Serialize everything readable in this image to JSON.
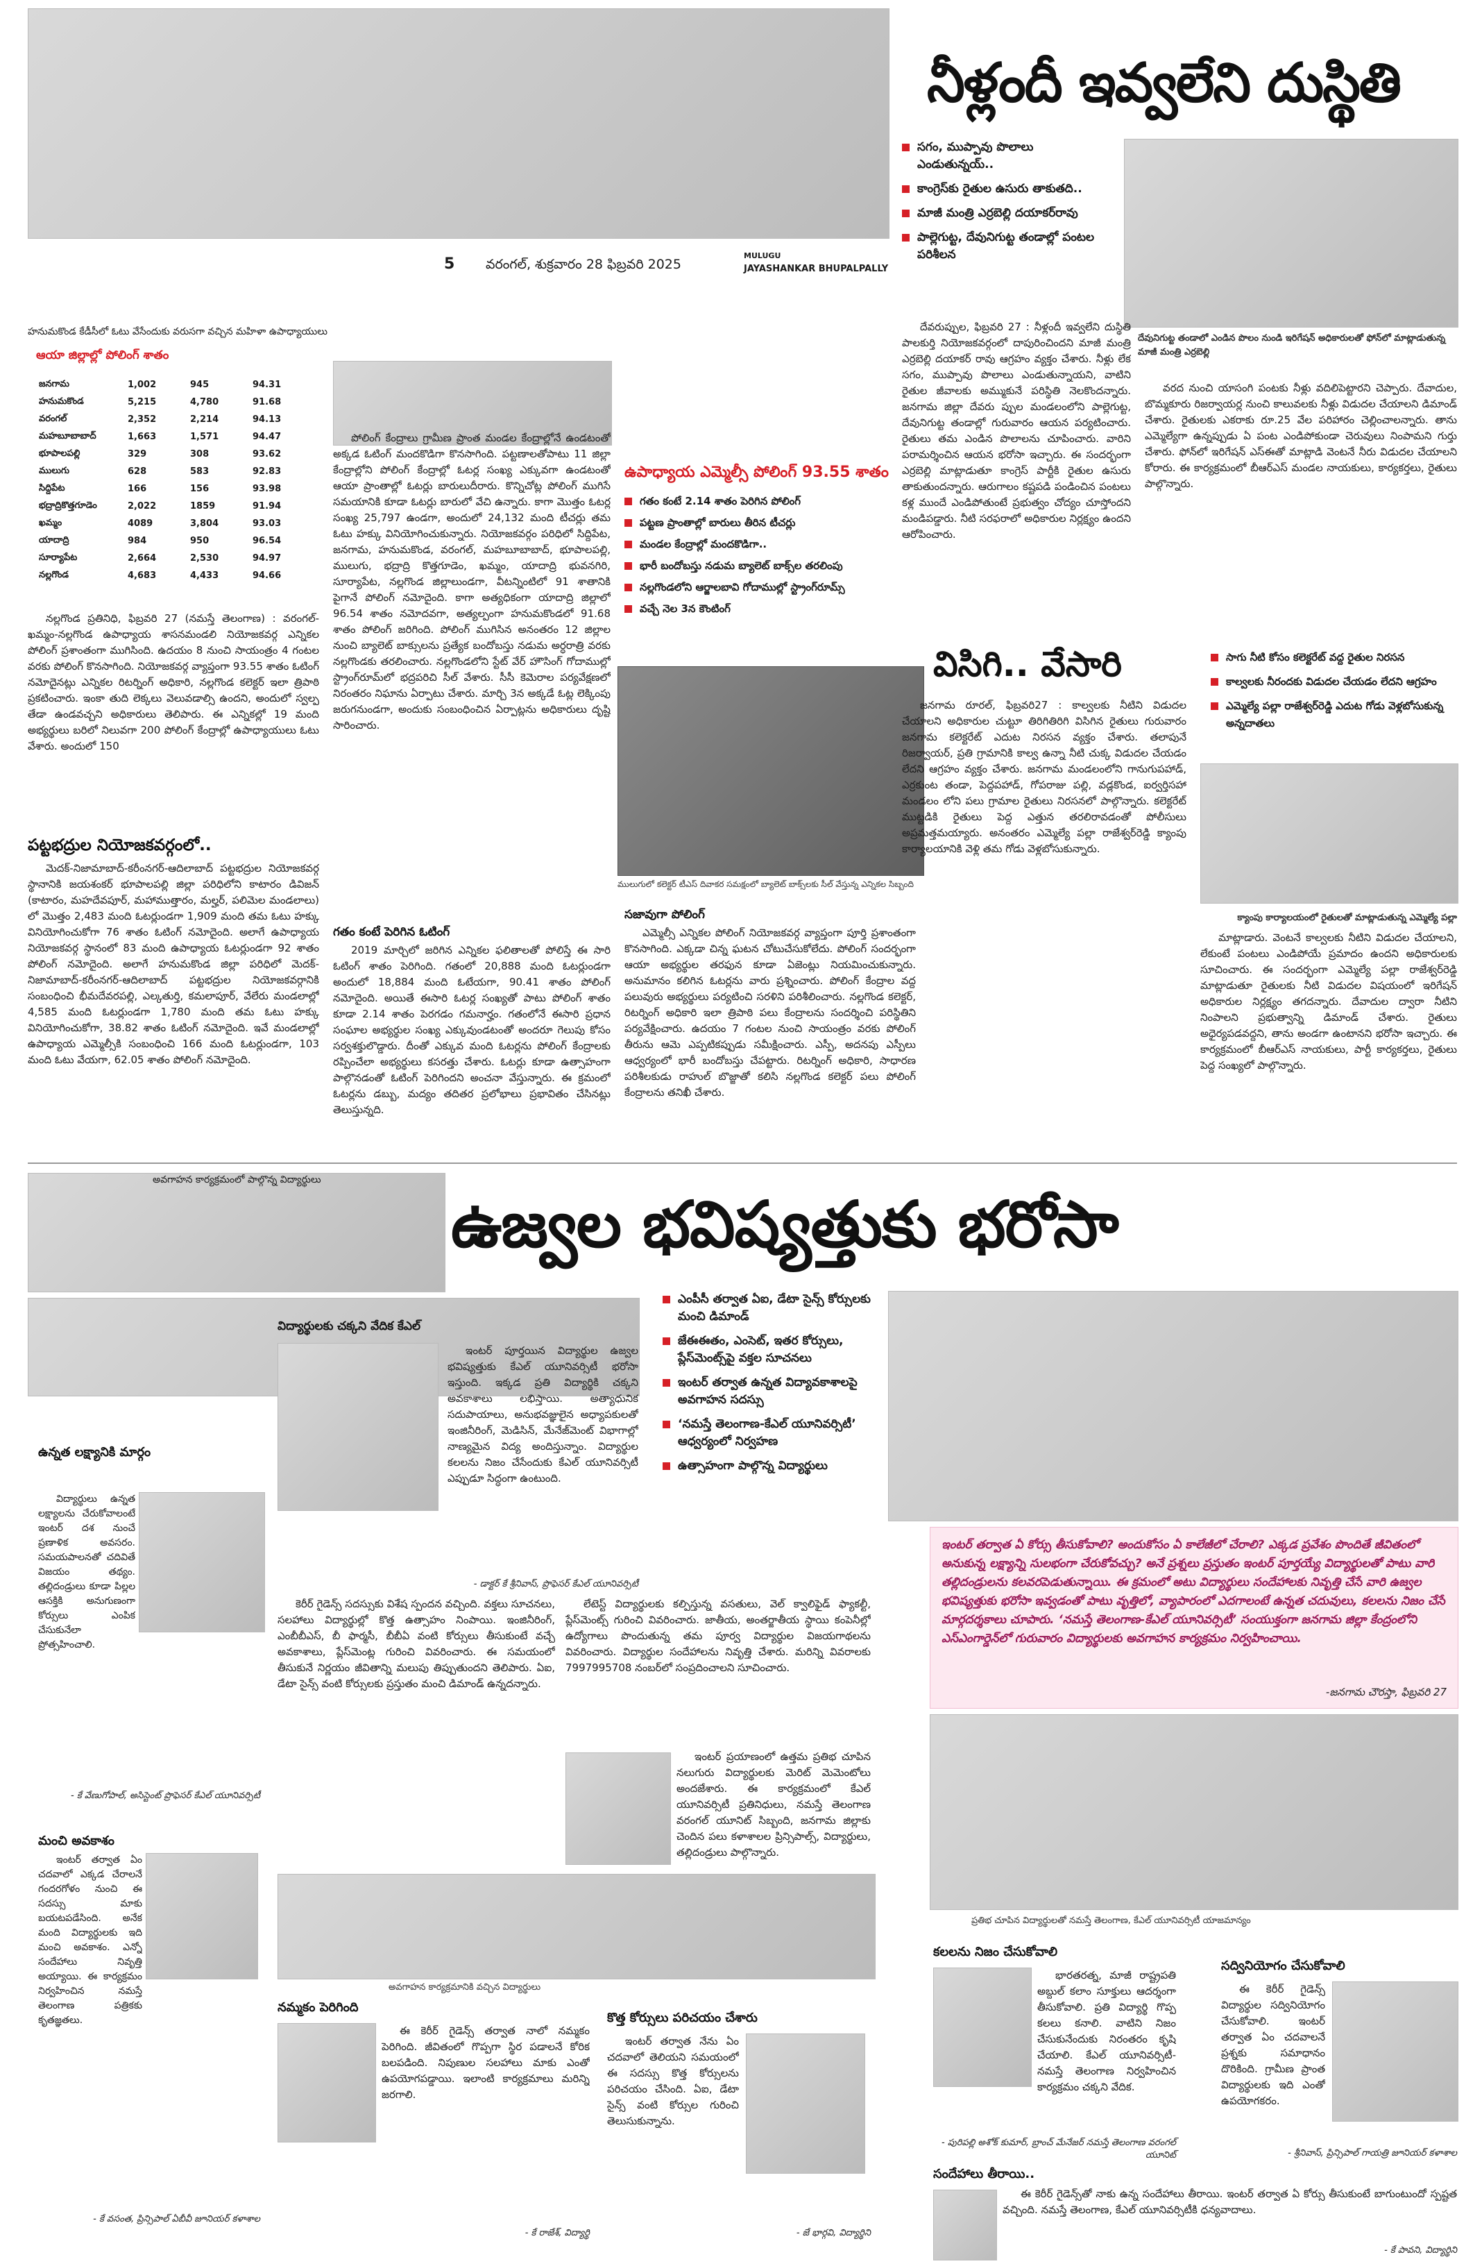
{
  "masthead": {
    "page_no": "5",
    "date_line": "వరంగల్‌, శుక్రవారం 28 ఫిబ్రవరి 2025",
    "edition_line1": "MULUGU",
    "edition_line2": "JAYASHANKAR BHUPALPALLY"
  },
  "water_story": {
    "headline": "నీళ్లందీ ఇవ్వలేని దుస్థితి",
    "bullets": [
      "సగం, ముప్పావు పొలాలు ఎండుతున్నయ్‌..",
      "కాంగ్రెస్‌కు రైతుల ఉసురు తాకుతది..",
      "మాజీ మంత్రి ఎర్రబెల్లి దయాకర్‌రావు",
      "పాల్లెగుట్ట, దేవునిగుట్ట తండాల్లో పంటల పరిశీలన"
    ],
    "caption": "దేవునిగుట్ట తండాలో ఎండిన పొలం నుండి ఇరిగేషన్‌ అధికారులతో ఫోన్‌లో మాట్లాడుతున్న మాజీ మంత్రి ఎర్రబెల్లి",
    "body1": "దేవరుప్పుల, ఫిబ్రవరి 27 : నీళ్లందీ ఇవ్వలేని దుస్థితి పాలకుర్తి నియోజకవర్గంలో దాపురించిందని మాజీ మంత్రి ఎర్రబెల్లి దయాకర్‌ రావు ఆగ్రహం వ్యక్తం చేశారు. నీళ్లు లేక సగం, ముప్పావు పొలాలు ఎండుతున్నాయని, వాటిని రైతుల జీవాలకు అమ్ముకునే పరిస్థితి నెలకొందన్నారు. జనగామ జిల్లా దేవరు ప్పుల మండలంలోని పాల్లెగుట్ట, దేవునిగుట్ట తండాల్లో గురువారం ఆయన పర్యటించారు. రైతులు తమ ఎండిన పొలాలను చూపించారు. వారిని పరామర్శించిన ఆయన భరోసా ఇచ్చారు. ఈ సందర్భంగా ఎర్రబెల్లి మాట్లాడుతూ కాంగ్రెస్‌ పార్టీకి రైతుల ఉసురు తాకుతుందన్నారు. ఆరుగాలం కష్టపడి పండించిన పంటలు కళ్ల ముందే ఎండిపోతుంటే ప్రభుత్వం చోద్యం చూస్తోందని మండిపడ్డారు. నీటి సరఫరాలో అధికారుల నిర్లక్ష్యం ఉందని ఆరోపించారు.",
    "body2": "వరద నుంచి యాసంగి పంటకు నీళ్లు వదిలిపెట్టారని చెప్పారు. దేవాదుల, బొమ్మకూరు రిజర్వాయర్ల నుంచి కాలువలకు నీళ్లు విడుదల చేయాలని డిమాండ్‌ చేశారు. రైతులకు ఎకరాకు రూ.25 వేల పరిహారం చెల్లించాలన్నారు. తాను ఎమ్మెల్యేగా ఉన్నప్పుడు ఏ పంట ఎండిపోకుండా చెరువులు నింపామని గుర్తు చేశారు. ఫోన్‌లో ఇరిగేషన్‌ ఎస్‌ఈతో మాట్లాడి వెంటనే నీరు విడుదల చేయాలని కోరారు. ఈ కార్యక్రమంలో బీఆర్‌ఎస్‌ మండల నాయకులు, కార్యకర్తలు, రైతులు పాల్గొన్నారు."
  },
  "polling_story": {
    "kicker": "హనుమకొండ కేడీసీలో ఓటు వేసేందుకు వరుసగా వచ్చిన మహిళా ఉపాధ్యాయులు",
    "table_title": "ఆయా జిల్లాల్లో పోలింగ్‌ శాతం",
    "table_rows": [
      [
        "జనగామ",
        "1,002",
        "945",
        "94.31"
      ],
      [
        "హనుమకొండ",
        "5,215",
        "4,780",
        "91.68"
      ],
      [
        "వరంగల్‌",
        "2,352",
        "2,214",
        "94.13"
      ],
      [
        "మహబూబాబాద్‌",
        "1,663",
        "1,571",
        "94.47"
      ],
      [
        "భూపాలపల్లి",
        "329",
        "308",
        "93.62"
      ],
      [
        "ములుగు",
        "628",
        "583",
        "92.83"
      ],
      [
        "సిద్దిపేట",
        "166",
        "156",
        "93.98"
      ],
      [
        "భద్రాద్రికొత్తగూడెం",
        "2,022",
        "1859",
        "91.94"
      ],
      [
        "ఖమ్మం",
        "4089",
        "3,804",
        "93.03"
      ],
      [
        "యాదాద్రి",
        "984",
        "950",
        "96.54"
      ],
      [
        "సూర్యాపేట",
        "2,664",
        "2,530",
        "94.97"
      ],
      [
        "నల్లగొండ",
        "4,683",
        "4,433",
        "94.66"
      ]
    ],
    "headline": "ఉపాధ్యాయ ఎమ్మెల్సీ పోలింగ్‌ 93.55 శాతం",
    "bullets": [
      "గతం కంటే 2.14 శాతం పెరిగిన పోలింగ్‌",
      "పట్టణ ప్రాంతాల్లో బారులు తీరిన టీచర్లు",
      "మండల కేంద్రాల్లో మందకొడిగా..",
      "భారీ బందోబస్తు నడుమ బ్యాలెట్‌ బాక్స్‌ల తరలింపు",
      "నల్లగొండలోని ఆర్జాలబావి గోదాముల్లో స్ట్రాంగ్‌రూమ్స్‌",
      "వచ్చే నెల 3న కౌంటింగ్‌"
    ],
    "body_left": "నల్లగొండ ప్రతినిధి, ఫిబ్రవరి 27 (నమస్తే తెలంగాణ) : వరంగల్‌-ఖమ్మం-నల్లగొండ ఉపాధ్యాయ శాసనమండలి నియోజకవర్గ ఎన్నికల పోలింగ్‌ ప్రశాంతంగా ముగిసింది. ఉదయం 8 నుంచి సాయంత్రం 4 గంటల వరకు పోలింగ్‌ కొనసాగింది. నియోజకవర్గ వ్యాప్తంగా 93.55 శాతం ఓటింగ్‌ నమోదైనట్లు ఎన్నికల రిటర్నింగ్‌ అధికారి, నల్లగొండ కలెక్టర్‌ ఇలా త్రిపాఠి ప్రకటించారు. ఇంకా తుది లెక్కలు వెలువడాల్సి ఉందని, అందులో స్వల్ప తేడా ఉండవచ్చని అధికారులు తెలిపారు. ఈ ఎన్నికల్లో 19 మంది అభ్యర్థులు బరిలో నిలువగా 200 పోలింగ్‌ కేంద్రాల్లో ఉపాధ్యాయులు ఓటు వేశారు. అందులో 150",
    "subhead": "పట్టభద్రుల నియోజకవర్గంలో..",
    "body_left2": "మెదక్‌-నిజామాబాద్‌-కరీంనగర్‌-ఆదిలాబాద్‌ పట్టభద్రుల నియోజకవర్గ స్థానానికి జయశంకర్‌ భూపాలపల్లి జిల్లా పరిధిలోని కాటారం డివిజన్‌ (కాటారం, మహదేవపూర్‌, మహాముత్తారం, మల్హర్‌, పలిమెల మండలాలు) లో మొత్తం 2,483 మంది ఓటర్లుండగా 1,909 మంది తమ ఓటు హక్కు వినియోగించుకోగా 76 శాతం ఓటింగ్‌ నమోదైంది. అలాగే ఉపాధ్యాయ నియోజకవర్గ స్థానంలో 83 మంది ఉపాధ్యాయ ఓటర్లుండగా 92 శాతం పోలింగ్‌ నమోదైంది. అలాగే హనుమకొండ జిల్లా పరిధిలో మెదక్‌-నిజామాబాద్‌-కరీంనగర్‌-ఆదిలాబాద్‌ పట్టభద్రుల నియోజకవర్గానికి సంబంధించి భీమదేవరపల్లి, ఎల్కతుర్తి, కమలాపూర్‌, వేలేరు మండలాల్లో 4,585 మంది ఓటర్లుండగా 1,780 మంది తమ ఓటు హక్కు వినియోగించుకోగా, 38.82 శాతం ఓటింగ్‌ నమోదైంది. ఇవే మండలాల్లో ఉపాధ్యాయ ఎమ్మెల్సీకి సంబంధించి 166 మంది ఓటర్లుండగా, 103 మంది ఓటు వేయగా, 62.05 శాతం పోలింగ్‌ నమోదైంది.",
    "body_mid": "పోలింగ్‌ కేంద్రాలు గ్రామీణ ప్రాంత మండల కేంద్రాల్లోనే ఉండటంతో అక్కడ ఓటింగ్‌ మందకొడిగా కొనసాగింది. పట్టణాలతోపాటు 11 జిల్లా కేంద్రాల్లోని పోలింగ్‌ కేంద్రాల్లో ఓటర్ల సంఖ్య ఎక్కువగా ఉండటంతో ఆయా ప్రాంతాల్లో ఓటర్లు బారులుదీరారు. కొన్నిచోట్ల పోలింగ్‌ ముగిసే సమయానికి కూడా ఓటర్లు బారులో వేచి ఉన్నారు. కాగా మొత్తం ఓటర్ల సంఖ్య 25,797 ఉండగా, అందులో 24,132 మంది టీచర్లు తమ ఓటు హక్కు వినియోగించుకున్నారు. నియోజకవర్గం పరిధిలో సిద్దిపేట, జనగామ, హనుమకొండ, వరంగల్‌, మహబూబాబాద్‌, భూపాలపల్లి, ములుగు, భద్రాద్రి కొత్తగూడెం, ఖమ్మం, యాదాద్రి భువనగిరి, సూర్యాపేట, నల్లగొండ జిల్లాలుండగా, వీటన్నింటిలో 91 శాతానికి పైగానే పోలింగ్‌ నమోదైంది. కాగా అత్యధికంగా యాదాద్రి జిల్లాలో 96.54 శాతం నమోదవగా, అత్యల్పంగా హనుమకొండలో 91.68 శాతం పోలింగ్‌ జరిగింది. పోలింగ్‌ ముగిసిన అనంతరం 12 జిల్లాల నుంచి బ్యాలెట్‌ బాక్సులను ప్రత్యేక బందోబస్తు నడుమ అర్ధరాత్రి వరకు నల్లగొండకు తరలించారు. నల్లగొండలోని స్టేట్‌ వేర్‌ హౌసింగ్‌ గోదాముల్లో స్ట్రాంగ్‌రూమ్‌లో భద్రపరిచి సీల్‌ వేశారు. సీసీ కెమెరాల పర్యవేక్షణలో నిరంతరం నిఘాను ఏర్పాటు చేశారు. మార్చి 3న అక్కడే ఓట్ల లెక్కింపు జరుగనుండగా, అందుకు సంబంధించిన ఏర్పాట్లను అధికారులు దృష్టి సారించారు.",
    "subhead_mid": "గతం కంటే పెరిగిన ఓటింగ్‌",
    "body_mid2": "2019 మార్చిలో జరిగిన ఎన్నికల ఫలితాలతో పోలిస్తే ఈ సారి ఓటింగ్‌ శాతం పెరిగింది. గతంలో 20,888 మంది ఓటర్లుండగా అందులో 18,884 మంది ఓటేయగా, 90.41 శాతం పోలింగ్‌ నమోదైంది. అయితే ఈసారి ఓటర్ల సంఖ్యతో పాటు పోలింగ్‌ శాతం కూడా 2.14 శాతం పెరగడం గమనార్హం. గతంలోనే ఈసారి ప్రధాన సంఘాల అభ్యర్థుల సంఖ్య ఎక్కువుండటంతో అందరూ గెలుపు కోసం సర్వశక్తులొడ్డారు. దీంతో ఎక్కువ మంది ఓటర్లను పోలింగ్‌ కేంద్రాలకు రప్పించేలా అభ్యర్థులు కసరత్తు చేశారు. ఓటర్లు కూడా ఉత్సాహంగా పాల్గొనడంతో ఓటింగ్‌ పెరిగిందని అంచనా వేస్తున్నారు. ఈ క్రమంలో ఓటర్లను డబ్బు, మద్యం తదితర ప్రలోభాలు ప్రభావితం చేసినట్లు తెలుస్తున్నది.",
    "photo_caption": "ములుగులో కలెక్టర్‌ టీఎస్‌ దివాకర సమక్షంలో బ్యాలెట్‌ బాక్స్‌లకు సీల్‌ వేస్తున్న ఎన్నికల సిబ్బంది",
    "subhead_right": "సజావుగా పోలింగ్‌",
    "body_right": "ఎమ్మెల్సీ ఎన్నికల పోలింగ్‌ నియోజకవర్గ వ్యాప్తంగా పూర్తి ప్రశాంతంగా కొనసాగింది. ఎక్కడా చిన్న ఘటన చోటుచేసుకోలేదు. పోలింగ్‌ సందర్భంగా ఆయా అభ్యర్థుల తరఫున కూడా ఏజెంట్లు నియమించుకున్నారు. అనుమానం కలిగిన ఓటర్లను వారు ప్రశ్నించారు. పోలింగ్‌ కేంద్రాల వద్ద పలువురు అభ్యర్థులు పర్యటించి సరళిని పరిశీలించారు. నల్లగొండ కలెక్టర్‌, రిటర్నింగ్‌ అధికారి ఇలా త్రిపాఠి పలు కేంద్రాలను సందర్శించి పరిస్థితిని పర్యవేక్షించారు. ఉదయం 7 గంటల నుంచి సాయంత్రం వరకు పోలింగ్‌ తీరును ఆమె ఎప్పటికప్పుడు సమీక్షించారు. ఎస్పీ, అదనపు ఎస్పీలు ఆధ్వర్యంలో భారీ బందోబస్తు చేపట్టారు. రిటర్నింగ్‌ అధికారి, సాధారణ పరిశీలకుడు రాహుల్‌ బొజ్జాతో కలిసి నల్లగొండ కలెక్టర్‌ పలు పోలింగ్‌ కేంద్రాలను తనిఖీ చేశారు."
  },
  "vasori_story": {
    "headline": "విసిగి.. వేసారి",
    "bullets": [
      "సాగు నీటి కోసం కలెక్టరేట్‌ వద్ద రైతుల నిరసన",
      "కాల్వలకు నీరందకు విడుదల చేయడం లేదని ఆగ్రహం",
      "ఎమ్మెల్యే పల్లా రాజేశ్వర్‌రెడ్డి ఎదుట గోడు వెళ్లబోసుకున్న అన్నదాతలు"
    ],
    "caption": "క్యాంపు కార్యాలయంలో రైతులతో మాట్లాడుతున్న ఎమ్మెల్యే పల్లా",
    "body1": "జనగామ రూరల్‌, ఫిబ్రవరి27 : కాల్వలకు నీటిని విడుదల చేయాలని అధికారుల చుట్టూ తిరిగితిరిగి విసిగిన రైతులు గురువారం జనగామ కలెక్టరేట్‌ ఎదుట నిరసన వ్యక్తం చేశారు. తలాపునే రిజర్వాయర్‌, ప్రతి గ్రామానికి కాల్వ ఉన్నా నీటి చుక్క విడుదల చేయడం లేదని ఆగ్రహం వ్యక్తం చేశారు. జనగామ మండలంలోని గానుగుపహాడ్‌, ఎర్రకుంట తండా, పెద్దపహాడ్‌, గోపరాజు పల్లి, వడ్లకొండ, ఐర్వర్తిసహా మండలం లోని పలు గ్రామాల రైతులు నిరసనలో పాల్గొన్నారు. కలెక్టరేట్‌ ముట్టడికి రైతులు పెద్ద ఎత్తున తరలిరావడంతో పోలీసులు అప్రమత్తమయ్యారు. అనంతరం ఎమ్మెల్యే పల్లా రాజేశ్వర్‌రెడ్డి క్యాంపు కార్యాలయానికి వెళ్లి తమ గోడు వెళ్లబోసుకున్నారు.",
    "body2": "మాట్లాడారు. వెంటనే కాల్వలకు నీటిని విడుదల చేయాలని, లేకుంటే పంటలు ఎండిపోయే ప్రమాదం ఉందని అధికారులకు సూచించారు. ఈ సందర్భంగా ఎమ్మెల్యే పల్లా రాజేశ్వర్‌రెడ్డి మాట్లాడుతూ రైతులకు నీటి విడుదల విషయంలో ఇరిగేషన్‌ అధికారుల నిర్లక్ష్యం తగదన్నారు. దేవాదుల ద్వారా నీటిని నింపాలని ప్రభుత్వాన్ని డిమాండ్‌ చేశారు. రైతులు అధైర్యపడవద్దని, తాను అండగా ఉంటానని భరోసా ఇచ్చారు. ఈ కార్యక్రమంలో బీఆర్‌ఎస్‌ నాయకులు, పార్టీ కార్యకర్తలు, రైతులు పెద్ద సంఖ్యలో పాల్గొన్నారు."
  },
  "ujjwala_story": {
    "kicker": "అవగాహన కార్యక్రమంలో పాల్గొన్న విద్యార్థులు",
    "headline": "ఉజ్వల భవిష్యత్తుకు భరోసా",
    "bullets": [
      "ఎంపీసీ తర్వాత ఏఐ, డేటా సైన్స్‌ కోర్సులకు మంచి డిమాండ్‌",
      "జేఈఈతం, ఎంసెట్‌, ఇతర కోర్సులు, ప్లేస్‌మెంట్స్‌పై వక్తల సూచనలు",
      "ఇంటర్‌ తర్వాత ఉన్నత విద్యావకాశాలపై అవగాహన సదస్సు",
      "‘నమస్తే తెలంగాణ-కేఎల్‌ యూనివర్సిటీ’ ఆధ్వర్యంలో నిర్వహణ",
      "ఉత్సాహంగా పాల్గొన్న విద్యార్థులు"
    ],
    "intro": "ఇంటర్‌ తర్వాత ఏ కోర్సు తీసుకోవాలి? అందుకోసం ఏ కాలేజీలో చేరాలి? ఎక్కడ ప్రవేశం పొందితే జీవితంలో అనుకున్న లక్ష్యాన్ని సులభంగా చేరుకోవచ్చు? అనే ప్రశ్నలు ప్రస్తుతం ఇంటర్‌ పూర్తయ్యే విద్యార్థులతో పాటు వారి తల్లిదండ్రులను కలవరపెడుతున్నాయి. ఈ క్రమంలో అటు విద్యార్థులు సందేహాలకు నివృత్తి చేసే వారి ఉజ్వల భవిష్యత్తుకు భరోసా ఇవ్వడంతో పాటు వృత్తిలో, వ్యాపారంలో ఎదగాలంటే ఉన్నత చదువులు, కలలను నిజం చేసే మార్గదర్శకాలు చూపారు. ‘నమస్తే తెలంగాణ-కేఎల్‌ యూనివర్సిటీ’ సంయుక్తంగా జనగామ జిల్లా కేంద్రంలోని ఎస్‌ఎంగార్డెన్‌లో గురువారం విద్యార్థులకు అవగాహన కార్యక్రమం నిర్వహించాయి.",
    "dateline": "-జనగామ చౌరస్తా, ఫిబ్రవరి 27",
    "box_title": "విద్యార్థులకు చక్కని వేదిక కేఎల్‌",
    "box_body": "ఇంటర్‌ పూర్తయిన విద్యార్థుల ఉజ్వల భవిష్యత్తుకు కేఎల్‌ యూనివర్సిటీ భరోసా ఇస్తుంది. ఇక్కడ ప్రతి విద్యార్థికి చక్కని అవకాశాలు లభిస్తాయి. అత్యాధునిక సదుపాయాలు, అనుభవజ్ఞులైన అధ్యాపకులతో ఇంజినీరింగ్‌, మెడిసిన్‌, మేనేజ్‌మెంట్‌ విభాగాల్లో నాణ్యమైన విద్య అందిస్తున్నాం. విద్యార్థుల కలలను నిజం చేసేందుకు కేఎల్‌ యూనివర్సిటీ ఎప్పుడూ సిద్ధంగా ఉంటుంది.",
    "box_sig": "- డాక్టర్‌ కే శ్రీనివాస్‌, ప్రొఫెసర్‌ కేఎల్‌ యూనివర్సిటీ",
    "unnata_title": "ఉన్నత లక్ష్యానికి మార్గం",
    "unnata_body": "విద్యార్థులు ఉన్నత లక్ష్యాలను చేరుకోవాలంటే ఇంటర్‌ దశ నుంచే ప్రణాళిక అవసరం. సమయపాలనతో చదివితే విజయం తథ్యం. తల్లిదండ్రులు కూడా పిల్లల ఆసక్తికి అనుగుణంగా కోర్సులు ఎంపిక చేసుకునేలా ప్రోత్సహించాలి.",
    "unnata_sig": "- కే వేణుగోపాల్‌, అసిస్టెంట్‌ ప్రొఫెసర్‌ కేఎల్‌ యూనివర్సిటీ",
    "body_center": "కెరీర్‌ గైడెన్స్‌ సదస్సుకు విశేష స్పందన వచ్చింది. వక్తలు సూచనలు, సలహాలు విద్యార్థుల్లో కొత్త ఉత్సాహం నింపాయి. ఇంజినీరింగ్‌, ఎంబీబీఎస్‌, బీ ఫార్మసీ, బీబీఏ వంటి కోర్సులు తీసుకుంటే వచ్చే అవకాశాలు, ప్లేస్‌మెంట్ల గురించి వివరించారు. ఈ సమయంలో తీసుకునే నిర్ణయం జీవితాన్ని మలుపు తిప్పుతుందని తెలిపారు. ఏఐ, డేటా సైన్స్‌ వంటి కోర్సులకు ప్రస్తుతం మంచి డిమాండ్‌ ఉన్నదన్నారు.",
    "body_center2": "లేటెస్ట్‌ విద్యార్థులకు కల్పిస్తున్న వసతులు, వెల్‌ క్వాలిఫైడ్‌ ఫ్యాకల్టీ, ప్లేస్‌మెంట్స్‌ గురించి వివరించారు. జాతీయ, అంతర్జాతీయ స్థాయి కంపెనీల్లో ఉద్యోగాలు పొందుతున్న తమ పూర్వ విద్యార్థుల విజయగాథలను వివరించారు. విద్యార్థుల సందేహాలను నివృత్తి చేశారు. మరిన్ని వివరాలకు 7997995708 నంబర్‌లో సంప్రదించాలని సూచించారు.",
    "body_center3": "ఇంటర్‌ ప్రయాణంలో ఉత్తమ ప్రతిభ చూపిన నలుగురు విద్యార్థులకు మెరిట్‌ మెమెంటోలు అందజేశారు. ఈ కార్యక్రమంలో కేఎల్‌ యూనివర్సిటీ ప్రతినిధులు, నమస్తే తెలంగాణ వరంగల్‌ యూనిట్‌ సిబ్బంది, జనగామ జిల్లాకు చెందిన పలు కళాశాలల ప్రిన్సిపాల్స్‌, విద్యార్థులు, తల్లిదండ్రులు పాల్గొన్నారు.",
    "photo_caption_mid": "అవగాహన కార్యక్రమానికి వచ్చిన విద్యార్థులు",
    "photo_caption_right": "ప్రతిభ చూపిన విద్యార్థులతో నమస్తే తెలంగాణ, కేఎల్‌ యూనివర్సిటీ యాజమాన్యం",
    "t1_title": "మంచి అవకాశం",
    "t1_body": "ఇంటర్‌ తర్వాత ఏం చదవాలో ఎక్కడ చేరాలనే గందరగోళం నుంచి ఈ సదస్సు మాకు బయటపడేసింది. అనేక మంది విద్యార్థులకు ఇది మంచి అవకాశం. ఎన్నో సందేహాలు నివృత్తి అయ్యాయి. ఈ కార్యక్రమం నిర్వహించిన నమస్తే తెలంగాణ పత్రికకు కృతజ్ఞతలు.",
    "t1_sig": "- కే వసంత, ప్రిన్సిపాల్‌ ఏబీవీ జూనియర్‌ కళాశాల",
    "t2_title": "నమ్మకం పెరిగింది",
    "t2_body": "ఈ కెరీర్‌ గైడెన్స్‌ తర్వాత నాలో నమ్మకం పెరిగింది. జీవితంలో గొప్పగా స్థిర పడాలనే కోరిక బలపడింది. నిపుణుల సలహాలు మాకు ఎంతో ఉపయోగపడ్డాయి. ఇలాంటి కార్యక్రమాలు మరిన్ని జరగాలి.",
    "t2_sig": "- కే రాజేశ్‌, విద్యార్థి",
    "t3_title": "కొత్త కోర్సులు పరిచయం చేశారు",
    "t3_body": "ఇంటర్‌ తర్వాత నేను ఏం చదవాలో తెలియని సమయంలో ఈ సదస్సు కొత్త కోర్సులను పరిచయం చేసింది. ఏఐ, డేటా సైన్స్‌ వంటి కోర్సుల గురించి తెలుసుకున్నాను.",
    "t3_sig": "- జే భార్గవి, విద్యార్థిని",
    "t4_title": "కలలను నిజం చేసుకోవాలి",
    "t4_body": "భారతరత్న, మాజీ రాష్ట్రపతి అబ్దుల్‌ కలాం సూక్తులు ఆదర్శంగా తీసుకోవాలి. ప్రతి విద్యార్థి గొప్ప కలలు కనాలి. వాటిని నిజం చేసుకునేందుకు నిరంతరం కృషి చేయాలి. కేఎల్‌ యూనివర్సిటీ- నమస్తే తెలంగాణ నిర్వహించిన కార్యక్రమం చక్కని వేదిక.",
    "t4_sig": "- పురిపల్లి అశోక్‌ కుమార్‌, బ్రాంచ్‌ మేనేజర్‌ నమస్తే తెలంగాణ వరంగల్‌ యూనిట్‌",
    "t5_title": "సద్వినియోగం చేసుకోవాలి",
    "t5_body": "ఈ కెరీర్‌ గైడెన్స్‌ విద్యార్థుల సద్వినియోగం చేసుకోవాలి. ఇంటర్‌ తర్వాత ఏం చదవాలనే ప్రశ్నకు సమాధానం దొరికింది. గ్రామీణ ప్రాంత విద్యార్థులకు ఇది ఎంతో ఉపయోగకరం.",
    "t5_sig": "- శ్రీనివాస్‌, ప్రిన్సిపాల్‌ గాయత్రి జూనియర్‌ కళాశాల",
    "t6_title": "సందేహాలు తీరాయి..",
    "t6_body": "ఈ కెరీర్‌ గైడెన్స్‌తో నాకు ఉన్న సందేహాలు తీరాయి. ఇంటర్‌ తర్వాత ఏ కోర్సు తీసుకుంటే బాగుంటుందో స్పష్టత వచ్చింది. నమస్తే తెలంగాణ, కేఎల్‌ యూనివర్సిటీకి ధన్యవాదాలు.",
    "t6_sig": "- కే పావని, విద్యార్థిని"
  }
}
